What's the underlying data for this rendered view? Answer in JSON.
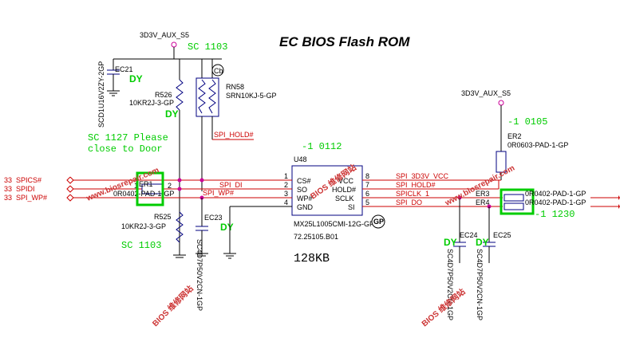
{
  "title": "EC BIOS Flash ROM",
  "power_top": "3D3V_AUX_S5",
  "power_right": "3D3V_AUX_S5",
  "notes": {
    "sc1103_top": "SC 1103",
    "sc1127_line1": "SC 1127 Please",
    "sc1127_line2": "close to Door",
    "sc1103_bottom": "SC 1103",
    "u48_rev": "-1 0112",
    "er2_rev": "-1 0105",
    "er3_rev": "-1 1230",
    "capacity": "128KB"
  },
  "signals_left": [
    {
      "page": "33",
      "name": "SPICS#"
    },
    {
      "page": "33",
      "name": "SPIDI"
    },
    {
      "page": "33",
      "name": "SPI_WP#"
    }
  ],
  "parts": {
    "ec21": {
      "ref": "EC21",
      "value": "SCD1U16V2ZY-2GP",
      "flag": "DY"
    },
    "r526": {
      "ref": "R526",
      "value": "10KR2J-3-GP",
      "flag": "DY"
    },
    "rn58": {
      "ref": "RN58",
      "value": "SRN10KJ-5-GP"
    },
    "er1": {
      "ref": "ER1",
      "value": "0R0402-PAD-1-GP"
    },
    "r525": {
      "ref": "R525",
      "value": "10KR2J-3-GP"
    },
    "ec23": {
      "ref": "EC23",
      "value": "SC4D7P50V2CN-1GP",
      "flag": "DY"
    },
    "u48": {
      "ref": "U48",
      "value": "MX25L1005CMI-12G-GP",
      "part_no": "72.25105.B01"
    },
    "er2": {
      "ref": "ER2",
      "value": "0R0603-PAD-1-GP"
    },
    "er3": {
      "ref": "ER3",
      "value": "0R0402-PAD-1-GP"
    },
    "er4": {
      "ref": "ER4",
      "value": "0R0402-PAD-1-GP"
    },
    "ec24": {
      "ref": "EC24",
      "value": "SC4D7P50V2CN-1GP",
      "flag": "DY"
    },
    "ec25": {
      "ref": "EC25",
      "value": "SC4D7P50V2CN-1GP",
      "flag": "DY"
    }
  },
  "nets": {
    "spi_di": "SPI_DI",
    "spi_wp": "SPI_WP#",
    "spi_hold_rn": "SPI_HOLD#",
    "spi_3d3v_vcc": "SPI_3D3V_VCC",
    "spi_hold": "SPI_HOLD#",
    "spiclk": "SPICLK_1",
    "spi_do": "SPI_DO"
  },
  "u48_pins_left": [
    {
      "num": "1",
      "name": "CS#"
    },
    {
      "num": "2",
      "name": "SO"
    },
    {
      "num": "3",
      "name": "WP#"
    },
    {
      "num": "4",
      "name": "GND"
    }
  ],
  "u48_pins_right": [
    {
      "num": "8",
      "name": "VCC"
    },
    {
      "num": "7",
      "name": "HOLD#"
    },
    {
      "num": "6",
      "name": "SCLK"
    },
    {
      "num": "5",
      "name": "SI"
    }
  ],
  "badges": {
    "gp": "GP",
    "cb": "Cb"
  },
  "watermarks": [
    "BIOS 维修网站",
    "www.biosrepair.com"
  ]
}
